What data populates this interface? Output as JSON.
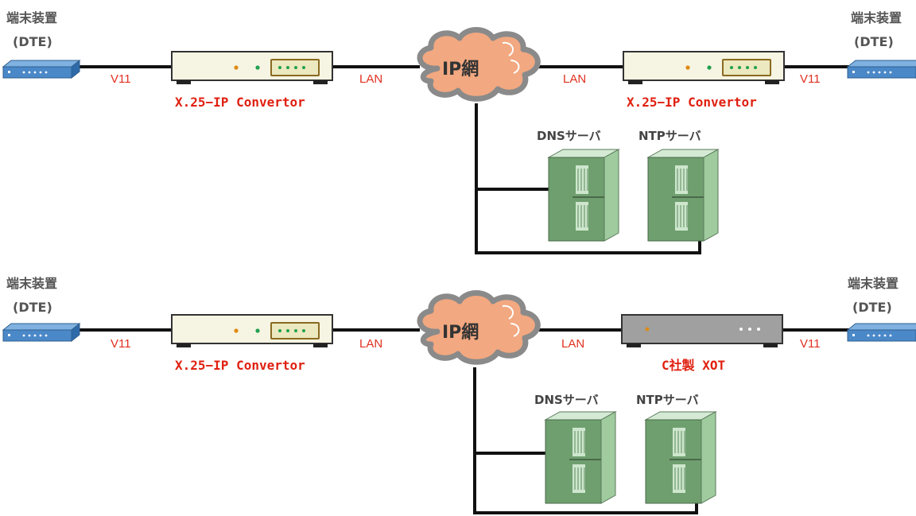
{
  "colors": {
    "accent_red": "#e02010",
    "cloud_fill": "#f2a880",
    "cloud_outline": "#888888",
    "server_green": "#8fbf8f",
    "modem_blue": "#4a88c8",
    "converter_body": "#f6f4e2",
    "xot_body": "#a0a0a0"
  },
  "top": {
    "left_dte": {
      "line1": "端末装置",
      "line2": "(DTE)"
    },
    "right_dte": {
      "line1": "端末装置",
      "line2": "(DTE)"
    },
    "left_link": "V11",
    "left_lan": "LAN",
    "right_lan": "LAN",
    "right_link": "V11",
    "left_device": "X.25−IP Convertor",
    "right_device": "X.25−IP Convertor",
    "cloud": "IP網",
    "dns_server": "DNSサーバ",
    "ntp_server": "NTPサーバ"
  },
  "bottom": {
    "left_dte": {
      "line1": "端末装置",
      "line2": "(DTE)"
    },
    "right_dte": {
      "line1": "端末装置",
      "line2": "(DTE)"
    },
    "left_link": "V11",
    "left_lan": "LAN",
    "right_lan": "LAN",
    "right_link": "V11",
    "left_device": "X.25−IP Convertor",
    "right_device": "C社製 XOT",
    "cloud": "IP網",
    "dns_server": "DNSサーバ",
    "ntp_server": "NTPサーバ"
  }
}
